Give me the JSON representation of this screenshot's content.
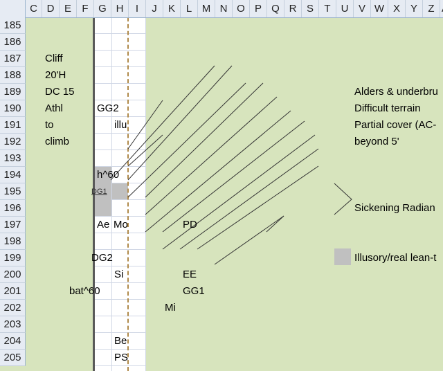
{
  "columns": [
    "C",
    "D",
    "E",
    "F",
    "G",
    "H",
    "I",
    "J",
    "K",
    "L",
    "M",
    "N",
    "O",
    "P",
    "Q",
    "R",
    "S",
    "T",
    "U",
    "V",
    "W",
    "X",
    "Y",
    "Z",
    "AA"
  ],
  "rows": [
    "185",
    "186",
    "187",
    "188",
    "189",
    "190",
    "191",
    "192",
    "193",
    "194",
    "195",
    "196",
    "197",
    "198",
    "199",
    "200",
    "201",
    "202",
    "203",
    "204",
    "205"
  ],
  "cells": {
    "cliff": "Cliff",
    "height": "20'H",
    "dc": "DC 15",
    "athl": "Athl",
    "to": "to",
    "climb": "climb",
    "gg2": "GG2",
    "illu": "illu",
    "h60": "h^60",
    "dg1": "DG1",
    "ae": "Ae",
    "mo": "Mo",
    "pd": "PD",
    "dg2": "DG2",
    "si": "Si",
    "ee": "EE",
    "bat60": "bat^60",
    "gg1": "GG1",
    "mi": "Mi",
    "be": "Be",
    "ps": "PS"
  },
  "legend": {
    "alders": "Alders & underbru",
    "difficult": "Difficult terrain",
    "partial": "Partial cover (AC-",
    "beyond": "beyond 5'",
    "sickening": "Sickening Radian",
    "illusory": "Illusory/real lean-t"
  },
  "colors": {
    "background": "#d7e4bd",
    "header": "#e6ebf3",
    "gray_block": "#c0c0c0",
    "wall": "#595959"
  }
}
